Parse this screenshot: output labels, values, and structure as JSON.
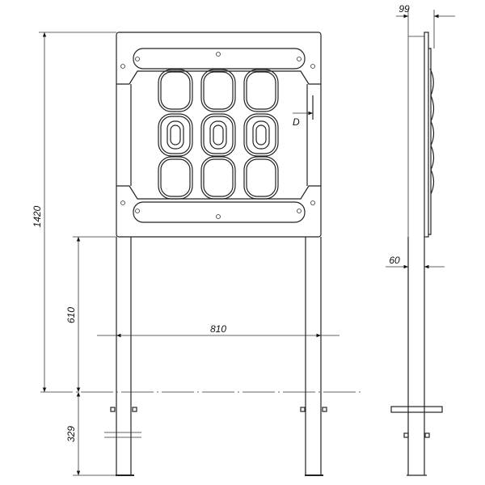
{
  "drawing": {
    "dimensions": {
      "total_height": "1420",
      "post_visible_height": "610",
      "post_buried_depth": "329",
      "post_spacing": "810",
      "panel_depth": "99",
      "post_width": "60",
      "detail_label": "D"
    },
    "tiles": [
      "X",
      "X",
      "X",
      "O",
      "O",
      "O",
      "X",
      "X",
      "X"
    ],
    "colors": {
      "line": "#222222",
      "background": "#ffffff"
    }
  }
}
